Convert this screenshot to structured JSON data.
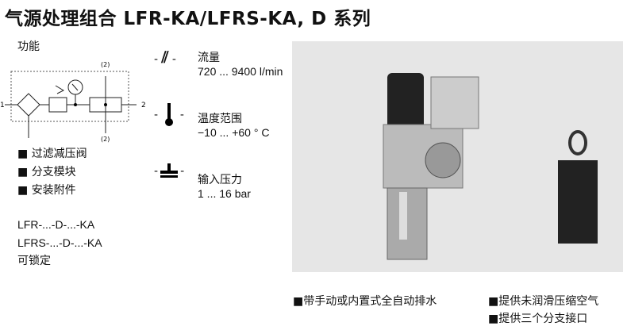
{
  "title": "气源处理组合 LFR-KA/LFRS-KA, D 系列",
  "function_label": "功能",
  "diagram": {
    "port1": "1",
    "port2": "2",
    "branch_top": "(2)",
    "branch_bottom": "(2)"
  },
  "features": [
    "过滤减压阀",
    "分支模块",
    "安装附件"
  ],
  "models": [
    "LFR-...-D-...-KA",
    "LFRS-...-D-...-KA"
  ],
  "lockable": "可锁定",
  "specs": [
    {
      "icon": "flow-icon",
      "label": "流量",
      "value": "720 ... 9400 l/min"
    },
    {
      "icon": "thermometer-icon",
      "label": "温度范围",
      "value": "−10 ... +60 ° C"
    },
    {
      "icon": "pressure-icon",
      "label": "输入压力",
      "value": "1 ... 16 bar"
    }
  ],
  "bottom_bullets": [
    "带手动或内置式全自动排水",
    "提供未润滑压缩空气",
    "提供三个分支接口"
  ],
  "colors": {
    "panel": "#e6e6e6"
  }
}
